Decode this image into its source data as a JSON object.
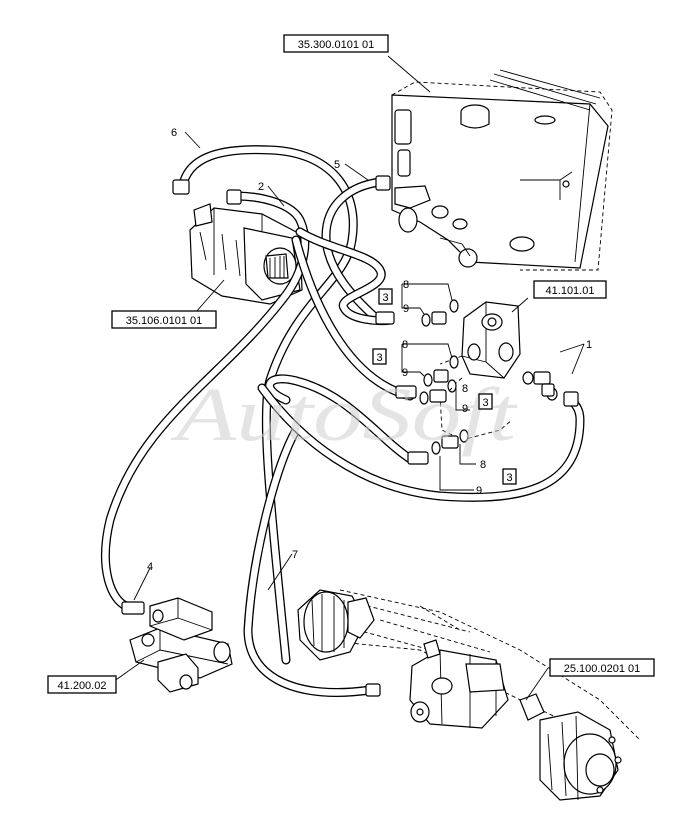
{
  "watermark": "AutoSoft",
  "reference_boxes": {
    "tank": "35.300.0101 01",
    "pump": "35.106.0101 01",
    "valve_block": "41.101.01",
    "control_valve": "41.200.02",
    "axle": "25.100.0201 01"
  },
  "callouts": {
    "hose_6": "6",
    "hose_2": "2",
    "hose_5": "5",
    "hose_4": "4",
    "hose_7": "7",
    "adapter_1": "1",
    "seal_8_a": "8",
    "seal_9_a": "9",
    "kit_3_a": "3",
    "seal_8_b": "8",
    "seal_9_b": "9",
    "kit_3_b": "3",
    "seal_8_c": "8",
    "seal_9_c": "9",
    "kit_3_c": "3",
    "seal_8_d": "8",
    "seal_9_d": "9",
    "kit_3_d": "3"
  }
}
